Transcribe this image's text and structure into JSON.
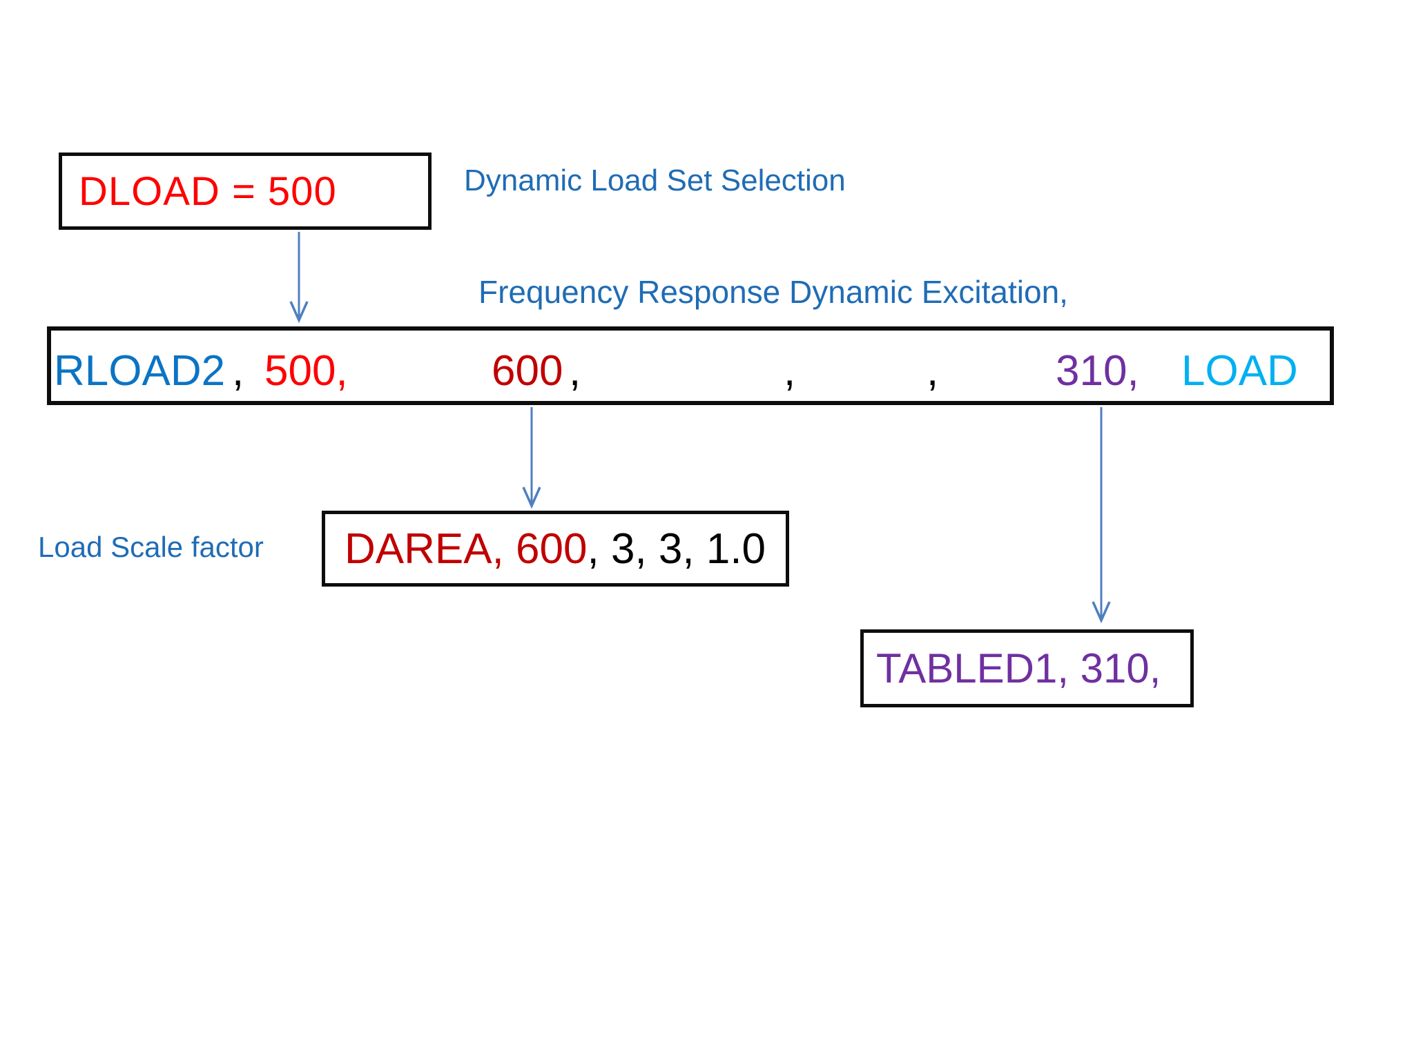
{
  "slide": {
    "background": "#FFFFFF",
    "description_colors": {
      "annotation_blue": "#1F6CB5",
      "keyword_blue": "#0B74C4",
      "bright_red": "#FF0000",
      "dark_red": "#C00000",
      "purple": "#7030A0",
      "cyan": "#00B0F0",
      "arrow_blue": "#4E7FBF",
      "box_border": "#0D0D0D"
    }
  },
  "annotations": {
    "dynamic_load_label": "Dynamic Load Set Selection",
    "frequency_response_label": "Frequency Response Dynamic Excitation,",
    "load_scale_label": "Load Scale factor"
  },
  "dload_box": {
    "text": "DLOAD = 500",
    "color": "#FF0000"
  },
  "rload2_box": {
    "segments": [
      {
        "text": "RLOAD2",
        "color": "#0B74C4"
      },
      {
        "text": ",",
        "color": "#000000"
      },
      {
        "text": "500,",
        "color": "#FF0000"
      },
      {
        "text": "600",
        "color": "#C00000"
      },
      {
        "text": ",",
        "color": "#000000"
      },
      {
        "text": ",",
        "color": "#000000"
      },
      {
        "text": ",",
        "color": "#000000"
      },
      {
        "text": "310,",
        "color": "#7030A0"
      },
      {
        "text": "LOAD",
        "color": "#00B0F0"
      }
    ]
  },
  "darea_box": {
    "segments": [
      {
        "text": "DAREA, 600",
        "color": "#C00000"
      },
      {
        "text": ", 3, 3, 1.0",
        "color": "#000000"
      }
    ]
  },
  "tabled1_box": {
    "text": "TABLED1, 310,",
    "color": "#7030A0"
  }
}
